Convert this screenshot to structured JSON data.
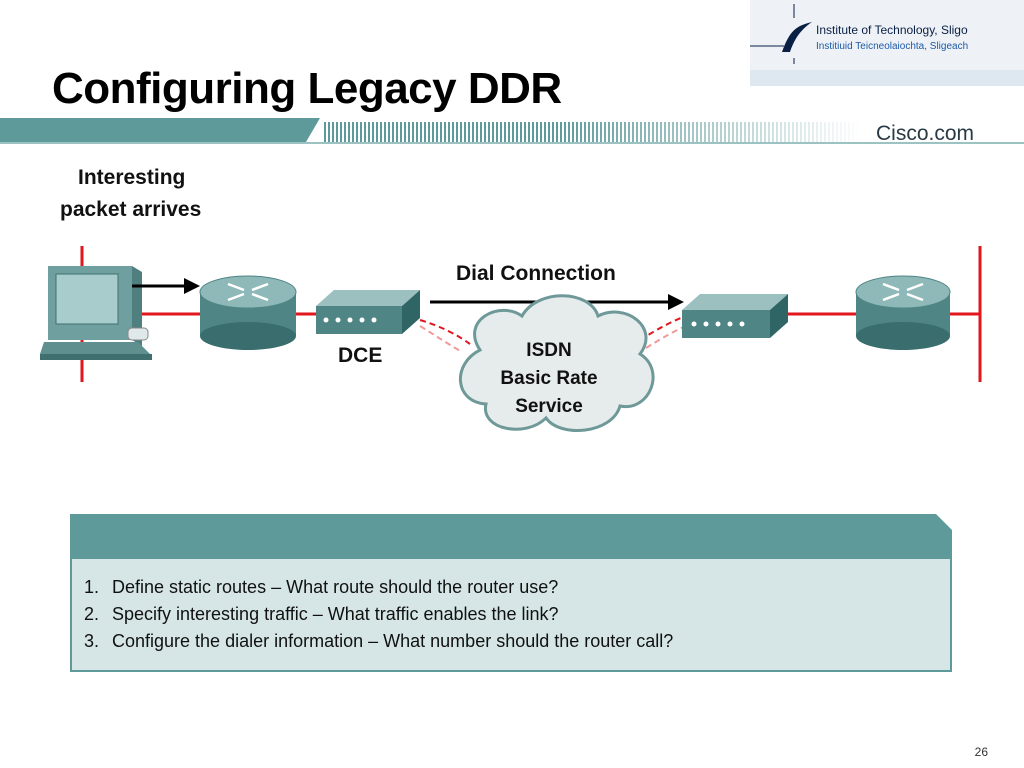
{
  "slide": {
    "title": "Configuring Legacy DDR",
    "page_number": "26"
  },
  "logo": {
    "line1": "Institute of Technology, Sligo",
    "line2": "Institiuid Teicneolaiochta, Sligeach"
  },
  "brand": {
    "cisco": "Cisco.com"
  },
  "diagram": {
    "label_interesting": [
      "Interesting",
      "packet arrives"
    ],
    "label_dce": "DCE",
    "label_dial": "Dial Connection",
    "cloud_text": [
      "ISDN",
      "Basic Rate",
      "Service"
    ]
  },
  "steps": [
    {
      "num": "1.",
      "text": "Define static routes – What route should the router use?"
    },
    {
      "num": "2.",
      "text": "Specify interesting traffic – What traffic enables the link?"
    },
    {
      "num": "3.",
      "text": "Configure the dialer information – What number should the router call?"
    }
  ],
  "colors": {
    "teal": "#5f9a9a",
    "panel_fill": "#d6e6e6",
    "red": "#e2161d"
  }
}
